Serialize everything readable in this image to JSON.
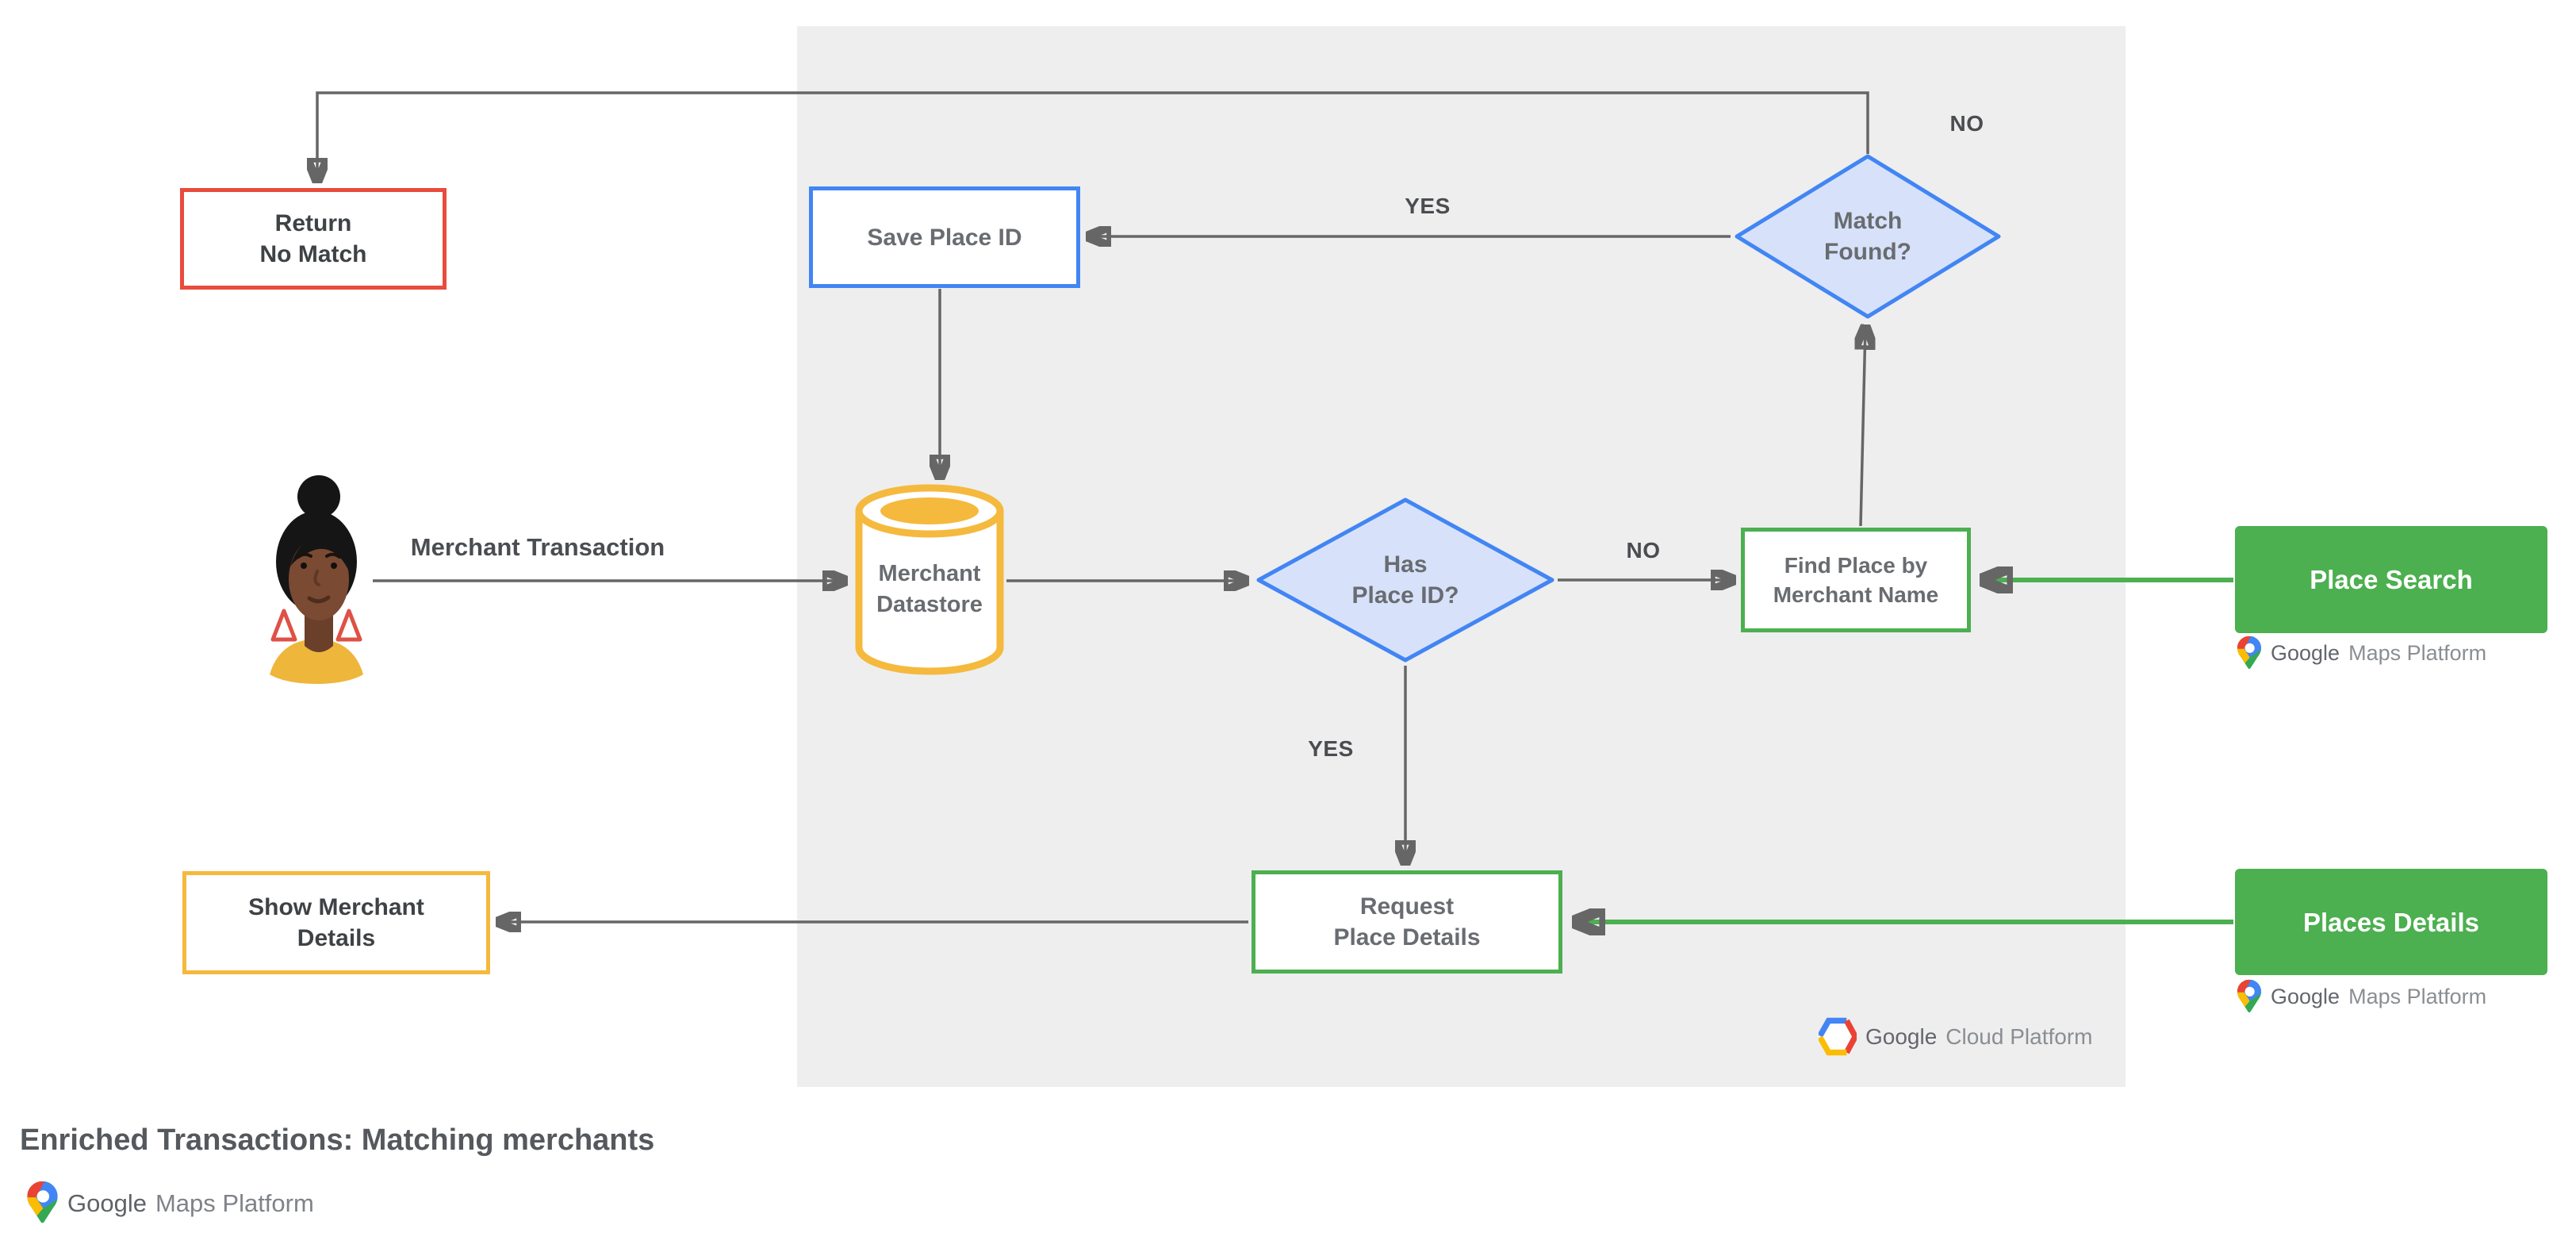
{
  "footer": {
    "title": "Enriched Transactions: Matching merchants"
  },
  "nodes": {
    "return_no_match": {
      "line1": "Return",
      "line2": "No Match"
    },
    "save_place_id": {
      "label": "Save Place ID"
    },
    "match_found": {
      "line1": "Match",
      "line2": "Found?"
    },
    "merchant_datastore": {
      "line1": "Merchant",
      "line2": "Datastore"
    },
    "has_place_id": {
      "line1": "Has",
      "line2": "Place ID?"
    },
    "find_place_by_merchant_name": {
      "line1": "Find Place by",
      "line2": "Merchant Name"
    },
    "request_place_details": {
      "line1": "Request",
      "line2": "Place Details"
    },
    "show_merchant_details": {
      "line1": "Show Merchant",
      "line2": "Details"
    },
    "place_search": {
      "label": "Place Search"
    },
    "places_details": {
      "label": "Places Details"
    }
  },
  "edges": {
    "merchant_transaction": "Merchant Transaction",
    "match_found_no": "NO",
    "match_found_yes": "YES",
    "has_place_id_no": "NO",
    "has_place_id_yes": "YES"
  },
  "logos": {
    "maps_platform": {
      "google": "Google",
      "product": "Maps Platform"
    },
    "cloud_platform": {
      "google": "Google",
      "product": "Cloud Platform"
    }
  },
  "colors": {
    "red": "#E94B3C",
    "blue": "#4285F4",
    "blue_fill": "#D7E2FA",
    "yellow": "#F5B93D",
    "green": "#4CAF50",
    "panel_gray": "#EEEEEE",
    "arrow_gray": "#666666"
  }
}
